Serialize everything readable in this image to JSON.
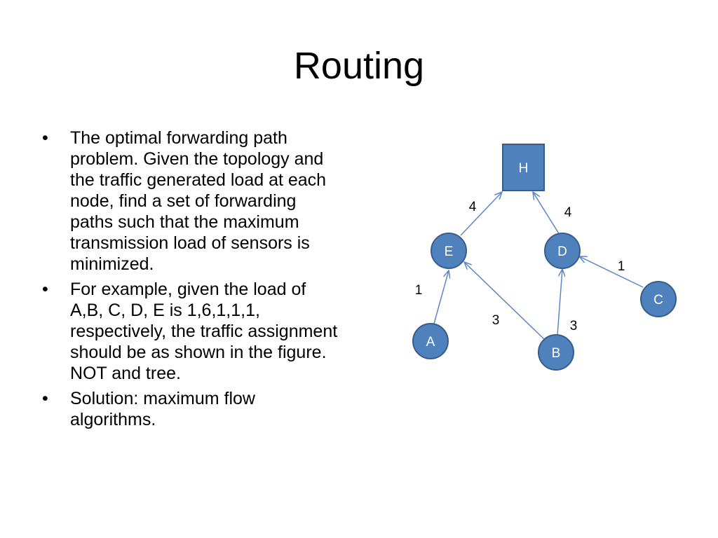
{
  "slide": {
    "title": "Routing",
    "bullets": [
      "The optimal forwarding path problem. Given the topology and the traffic generated load at each node, find a set of forwarding paths such that the maximum transmission load of sensors is minimized.",
      "For example, given the load of A,B, C, D, E is 1,6,1,1,1, respectively, the traffic assignment should be as shown in the figure. NOT and tree.",
      "Solution: maximum flow algorithms."
    ]
  },
  "diagram": {
    "colors": {
      "node_fill": "#4f81bd",
      "node_stroke": "#385d8a",
      "edge": "#5b87c5",
      "label_text": "#ffffff",
      "weight_text": "#000000"
    },
    "nodes": {
      "H": "H",
      "E": "E",
      "D": "D",
      "C": "C",
      "A": "A",
      "B": "B"
    },
    "edges": {
      "E_H": "4",
      "D_H": "4",
      "C_D": "1",
      "A_E": "1",
      "B_E": "3",
      "B_D": "3"
    }
  }
}
